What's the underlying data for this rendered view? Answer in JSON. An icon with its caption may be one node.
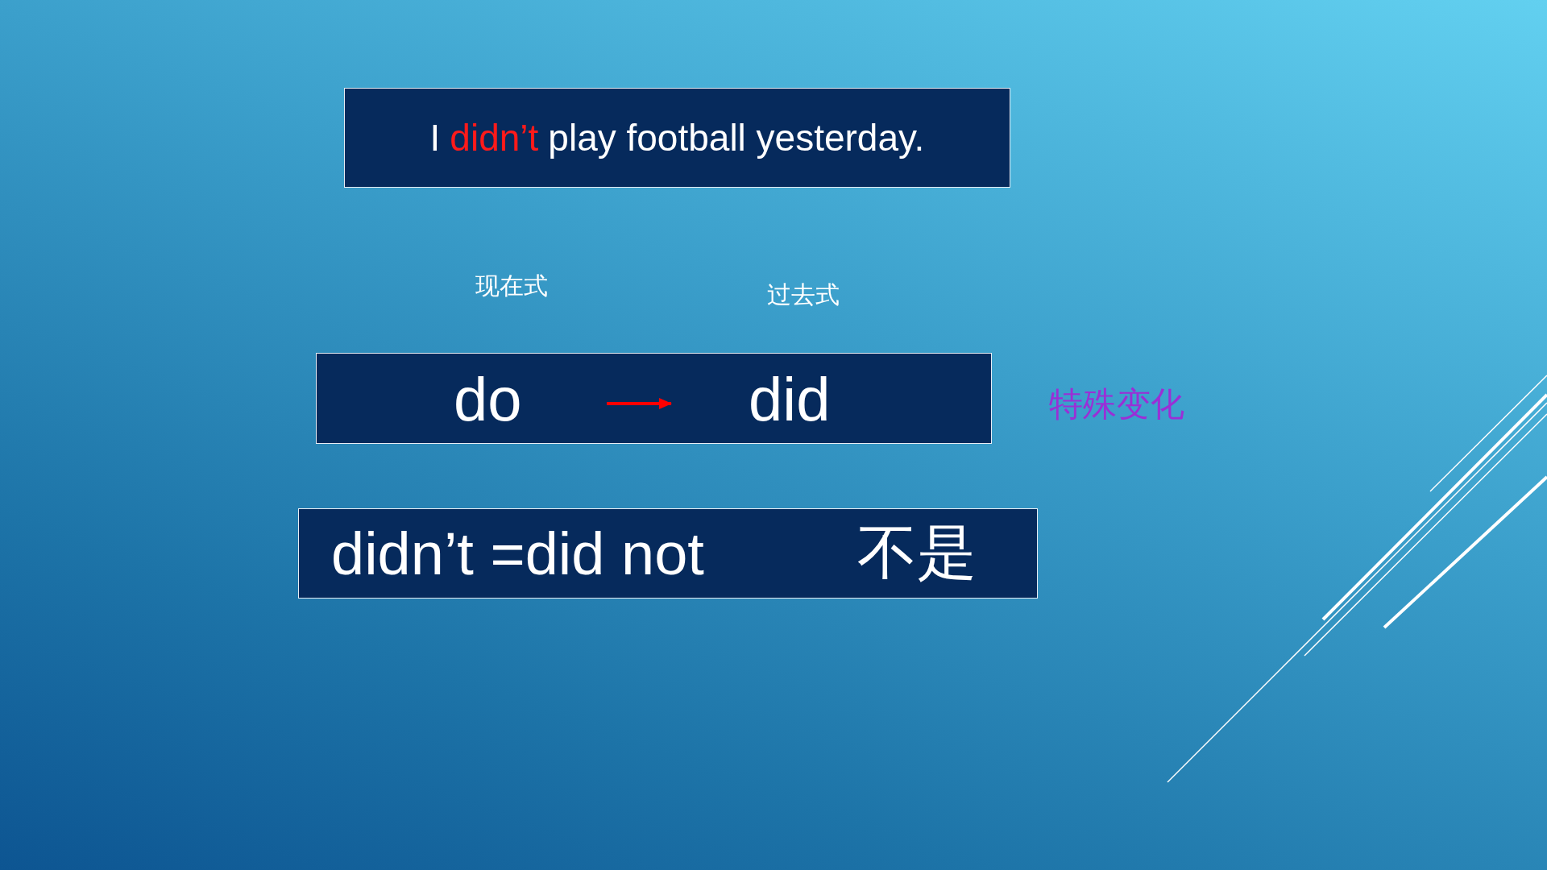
{
  "diagram": {
    "nodes": [
      {
        "text": [
          "I",
          "didn’t",
          "play football yesterday."
        ]
      },
      {
        "text": [],
        "shape": "box"
      },
      {
        "text": [
          "do"
        ],
        "in": 1
      },
      {
        "text": [
          "did"
        ],
        "in": 1
      },
      {
        "text": [
          "didn’t =did not",
          "不是"
        ]
      }
    ],
    "edges": [
      {
        "from": 2,
        "to": 3,
        "arrow": "to",
        "color": "#ff0000"
      }
    ],
    "labels": [
      "现在式",
      "过去式",
      "特殊变化"
    ]
  }
}
